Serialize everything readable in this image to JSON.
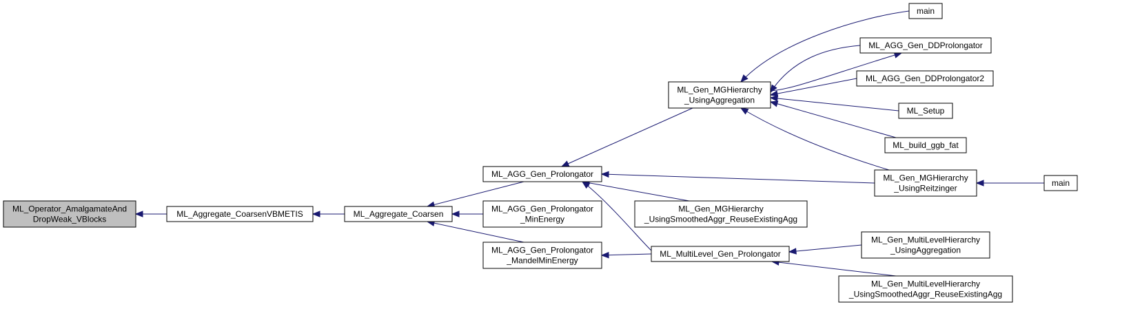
{
  "graph": {
    "edge_color": "#191970",
    "root_fill": "#bfbfbf",
    "nodes": [
      {
        "id": "amalgamate",
        "lines": [
          "ML_Operator_AmalgamateAnd",
          "DropWeak_VBlocks"
        ],
        "highlighted": true
      },
      {
        "id": "coarsen_vbmetis",
        "lines": [
          "ML_Aggregate_CoarsenVBMETIS"
        ]
      },
      {
        "id": "coarsen",
        "lines": [
          "ML_Aggregate_Coarsen"
        ]
      },
      {
        "id": "gen_prolongator",
        "lines": [
          "ML_AGG_Gen_Prolongator"
        ]
      },
      {
        "id": "gen_prolongator_minenergy",
        "lines": [
          "ML_AGG_Gen_Prolongator",
          "_MinEnergy"
        ]
      },
      {
        "id": "gen_prolongator_mandel",
        "lines": [
          "ML_AGG_Gen_Prolongator",
          "_MandelMinEnergy"
        ]
      },
      {
        "id": "mghierarchy_aggregation",
        "lines": [
          "ML_Gen_MGHierarchy",
          "_UsingAggregation"
        ]
      },
      {
        "id": "mghierarchy_smoothedaggr",
        "lines": [
          "ML_Gen_MGHierarchy",
          "_UsingSmoothedAggr_ReuseExistingAgg"
        ]
      },
      {
        "id": "multilevel_gen_prolongator",
        "lines": [
          "ML_MultiLevel_Gen_Prolongator"
        ]
      },
      {
        "id": "main1",
        "lines": [
          "main"
        ]
      },
      {
        "id": "ddprolongator",
        "lines": [
          "ML_AGG_Gen_DDProlongator"
        ]
      },
      {
        "id": "ddprolongator2",
        "lines": [
          "ML_AGG_Gen_DDProlongator2"
        ]
      },
      {
        "id": "ml_setup",
        "lines": [
          "ML_Setup"
        ]
      },
      {
        "id": "build_ggb_fat",
        "lines": [
          "ML_build_ggb_fat"
        ]
      },
      {
        "id": "mghierarchy_reitzinger",
        "lines": [
          "ML_Gen_MGHierarchy",
          "_UsingReitzinger"
        ]
      },
      {
        "id": "main2",
        "lines": [
          "main"
        ]
      },
      {
        "id": "multilevelhierarchy_aggregation",
        "lines": [
          "ML_Gen_MultiLevelHierarchy",
          "_UsingAggregation"
        ]
      },
      {
        "id": "multilevelhierarchy_smoothedaggr",
        "lines": [
          "ML_Gen_MultiLevelHierarchy",
          "_UsingSmoothedAggr_ReuseExistingAgg"
        ]
      }
    ],
    "edges": [
      {
        "from": "coarsen_vbmetis",
        "to": "amalgamate"
      },
      {
        "from": "coarsen",
        "to": "coarsen_vbmetis"
      },
      {
        "from": "gen_prolongator",
        "to": "coarsen"
      },
      {
        "from": "gen_prolongator_minenergy",
        "to": "coarsen"
      },
      {
        "from": "gen_prolongator_mandel",
        "to": "coarsen"
      },
      {
        "from": "mghierarchy_aggregation",
        "to": "gen_prolongator"
      },
      {
        "from": "mghierarchy_reitzinger",
        "to": "gen_prolongator"
      },
      {
        "from": "mghierarchy_smoothedaggr",
        "to": "gen_prolongator"
      },
      {
        "from": "multilevel_gen_prolongator",
        "to": "gen_prolongator"
      },
      {
        "from": "multilevel_gen_prolongator",
        "to": "gen_prolongator_mandel"
      },
      {
        "from": "main1",
        "to": "mghierarchy_aggregation"
      },
      {
        "from": "ddprolongator",
        "to": "mghierarchy_aggregation"
      },
      {
        "from": "ddprolongator2",
        "to": "mghierarchy_aggregation"
      },
      {
        "from": "ml_setup",
        "to": "mghierarchy_aggregation"
      },
      {
        "from": "build_ggb_fat",
        "to": "mghierarchy_aggregation"
      },
      {
        "from": "mghierarchy_reitzinger",
        "to": "mghierarchy_aggregation"
      },
      {
        "from": "mghierarchy_aggregation",
        "to": "ddprolongator"
      },
      {
        "from": "main2",
        "to": "mghierarchy_reitzinger"
      },
      {
        "from": "multilevelhierarchy_aggregation",
        "to": "multilevel_gen_prolongator"
      },
      {
        "from": "multilevelhierarchy_smoothedaggr",
        "to": "multilevel_gen_prolongator"
      }
    ]
  }
}
